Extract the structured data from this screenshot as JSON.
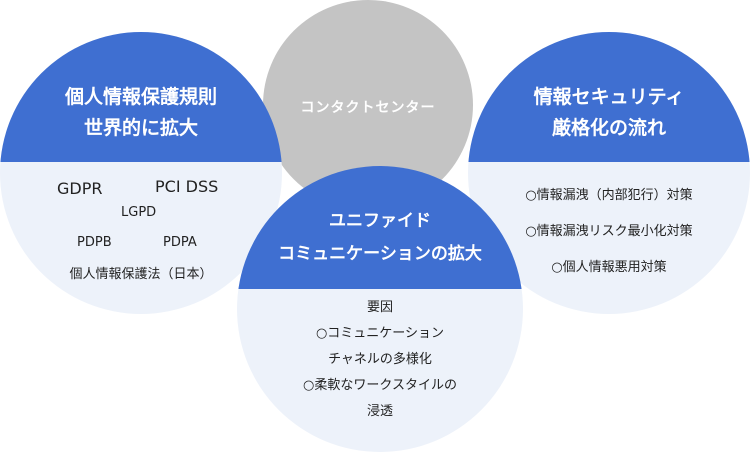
{
  "center": {
    "label": "コンタクトセンター"
  },
  "left": {
    "title_line1": "個人情報保護規則",
    "title_line2": "世界的に拡大",
    "items": [
      "GDPR",
      "PCI DSS",
      "LGPD",
      "PDPB",
      "PDPA",
      "個人情報保護法（日本）"
    ]
  },
  "right": {
    "title_line1": "情報セキュリティ",
    "title_line2": "厳格化の流れ",
    "items": [
      "○情報漏洩（内部犯行）対策",
      "○情報漏洩リスク最小化対策",
      "○個人情報悪用対策"
    ]
  },
  "bottom": {
    "title_line1": "ユニファイド",
    "title_line2": "コミュニケーションの拡大",
    "lines": [
      "要因",
      "○コミュニケーション",
      "チャネルの多様化",
      "○柔軟なワークスタイルの",
      "浸透"
    ]
  },
  "colors": {
    "accent": "#3f6fd1",
    "panel": "#edf2fa",
    "neutral": "#c4c4c4"
  }
}
